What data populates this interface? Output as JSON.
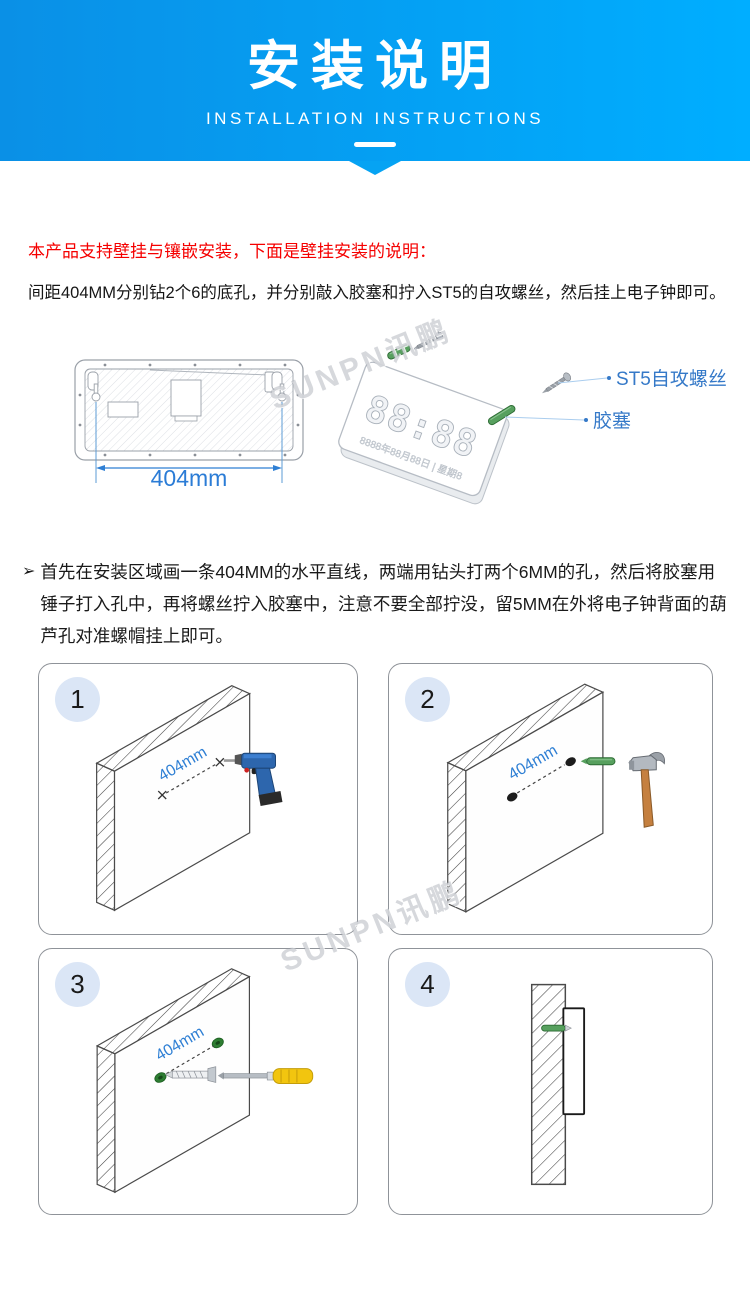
{
  "header": {
    "title": "安装说明",
    "subtitle": "INSTALLATION INSTRUCTIONS"
  },
  "notes": {
    "support": "本产品支持壁挂与镶嵌安装，下面是壁挂安装的说明：",
    "drill": "间距404MM分别钻2个6的底孔，并分别敲入胶塞和拧入ST5的自攻螺丝，然后挂上电子钟即可。",
    "bullet_marker": "➢",
    "steps_detail": "首先在安装区域画一条404MM的水平直线，两端用钻头打两个6MM的孔，然后将胶塞用锤子打入孔中，再将螺丝拧入胶塞中，注意不要全部拧没，留5MM在外将电子钟背面的葫芦孔对准螺帽挂上即可。"
  },
  "diagram": {
    "dimension_label": "404mm",
    "screw_label": "ST5自攻螺丝",
    "plug_label": "胶塞",
    "clock_time": "88:88",
    "clock_date": "8888年88月88日 | 星期8"
  },
  "watermark_text": "SUNPN讯鹏",
  "steps": [
    {
      "number": "1",
      "dimension": "404mm"
    },
    {
      "number": "2",
      "dimension": "404mm"
    },
    {
      "number": "3",
      "dimension": "404mm"
    },
    {
      "number": "4"
    }
  ],
  "colors": {
    "banner_left": "#0a90e6",
    "banner_right": "#00aeff",
    "accent_blue": "#2e7fd4",
    "label_blue": "#3579c8",
    "note_red": "#f50000",
    "plug_green": "#57a05e"
  }
}
